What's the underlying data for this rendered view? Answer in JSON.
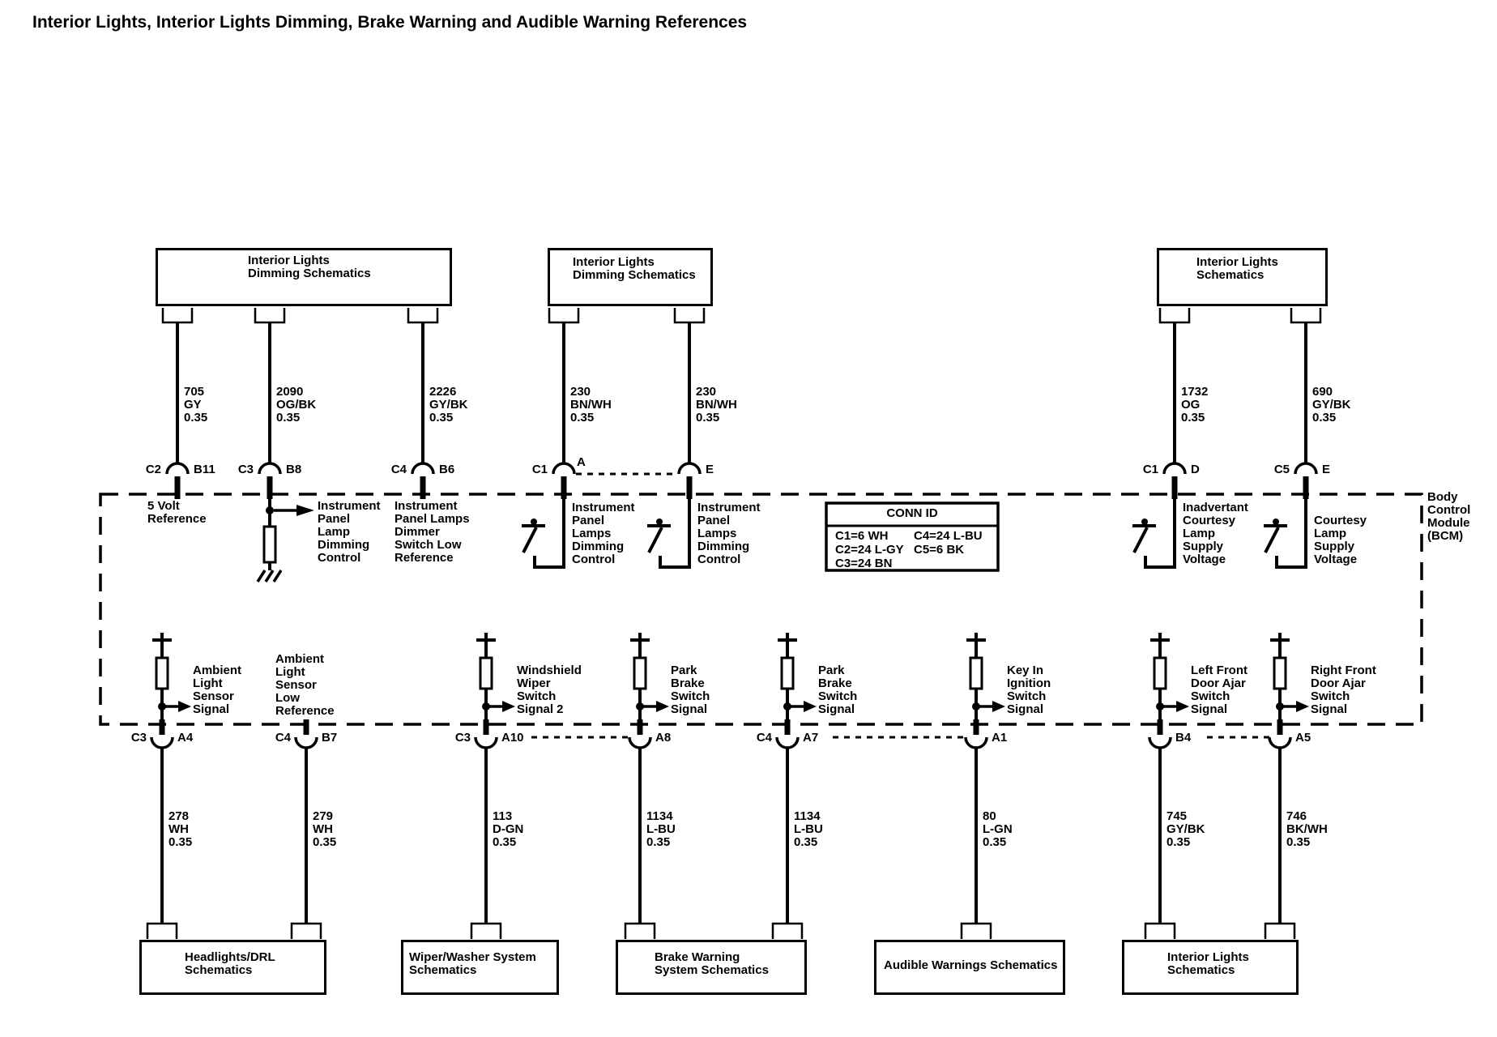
{
  "title": "Interior Lights, Interior Lights Dimming, Brake Warning and Audible Warning References",
  "top_boxes": [
    {
      "label": "Interior Lights\nDimming Schematics"
    },
    {
      "label": "Interior Lights\nDimming Schematics"
    },
    {
      "label": "Interior Lights\nSchematics"
    }
  ],
  "top_wires": [
    {
      "circuit": "705",
      "color": "GY",
      "gauge": "0.35",
      "conn": "C2",
      "pin": "B11"
    },
    {
      "circuit": "2090",
      "color": "OG/BK",
      "gauge": "0.35",
      "conn": "C3",
      "pin": "B8"
    },
    {
      "circuit": "2226",
      "color": "GY/BK",
      "gauge": "0.35",
      "conn": "C4",
      "pin": "B6"
    },
    {
      "circuit": "230",
      "color": "BN/WH",
      "gauge": "0.35",
      "conn": "C1",
      "pin": "A"
    },
    {
      "circuit": "230",
      "color": "BN/WH",
      "gauge": "0.35",
      "conn": "",
      "pin": "E"
    },
    {
      "circuit": "1732",
      "color": "OG",
      "gauge": "0.35",
      "conn": "C1",
      "pin": "D"
    },
    {
      "circuit": "690",
      "color": "GY/BK",
      "gauge": "0.35",
      "conn": "C5",
      "pin": "E"
    }
  ],
  "bcm": {
    "label": "Body\nControl\nModule\n(BCM)",
    "signals_top": [
      "5 Volt\nReference",
      "Instrument\nPanel\nLamp\nDimming\nControl",
      "Instrument\nPanel Lamps\nDimmer\nSwitch Low\nReference",
      "Instrument\nPanel\nLamps\nDimming\nControl",
      "Instrument\nPanel\nLamps\nDimming\nControl",
      "Inadvertant\nCourtesy\nLamp\nSupply\nVoltage",
      "Courtesy\nLamp\nSupply\nVoltage"
    ],
    "conn_id": {
      "title": "CONN ID",
      "col1": "C1=6 WH\nC2=24 L-GY\nC3=24 BN",
      "col2": "C4=24 L-BU\nC5=6 BK"
    }
  },
  "bottom_signals": [
    {
      "conn": "C3",
      "pin": "A4",
      "label": "Ambient\nLight\nSensor\nSignal",
      "circuit": "278",
      "color": "WH",
      "gauge": "0.35"
    },
    {
      "conn": "C4",
      "pin": "B7",
      "label": "Ambient\nLight\nSensor\nLow\nReference",
      "circuit": "279",
      "color": "WH",
      "gauge": "0.35"
    },
    {
      "conn": "C3",
      "pin": "A10",
      "label": "Windshield\nWiper\nSwitch\nSignal 2",
      "circuit": "113",
      "color": "D-GN",
      "gauge": "0.35"
    },
    {
      "conn": "",
      "pin": "A8",
      "label": "Park\nBrake\nSwitch\nSignal",
      "circuit": "1134",
      "color": "L-BU",
      "gauge": "0.35"
    },
    {
      "conn": "C4",
      "pin": "A7",
      "label": "Park\nBrake\nSwitch\nSignal",
      "circuit": "1134",
      "color": "L-BU",
      "gauge": "0.35"
    },
    {
      "conn": "",
      "pin": "A1",
      "label": "Key In\nIgnition\nSwitch\nSignal",
      "circuit": "80",
      "color": "L-GN",
      "gauge": "0.35"
    },
    {
      "conn": "",
      "pin": "B4",
      "label": "Left Front\nDoor Ajar\nSwitch\nSignal",
      "circuit": "745",
      "color": "GY/BK",
      "gauge": "0.35"
    },
    {
      "conn": "",
      "pin": "A5",
      "label": "Right Front\nDoor Ajar\nSwitch\nSignal",
      "circuit": "746",
      "color": "BK/WH",
      "gauge": "0.35"
    }
  ],
  "bottom_boxes": [
    {
      "label": "Headlights/DRL\nSchematics"
    },
    {
      "label": "Wiper/Washer System\nSchematics"
    },
    {
      "label": "Brake Warning\nSystem Schematics"
    },
    {
      "label": "Audible Warnings Schematics"
    },
    {
      "label": "Interior Lights\nSchematics"
    }
  ],
  "colors": {
    "ink": "#000000",
    "paper": "#ffffff"
  }
}
